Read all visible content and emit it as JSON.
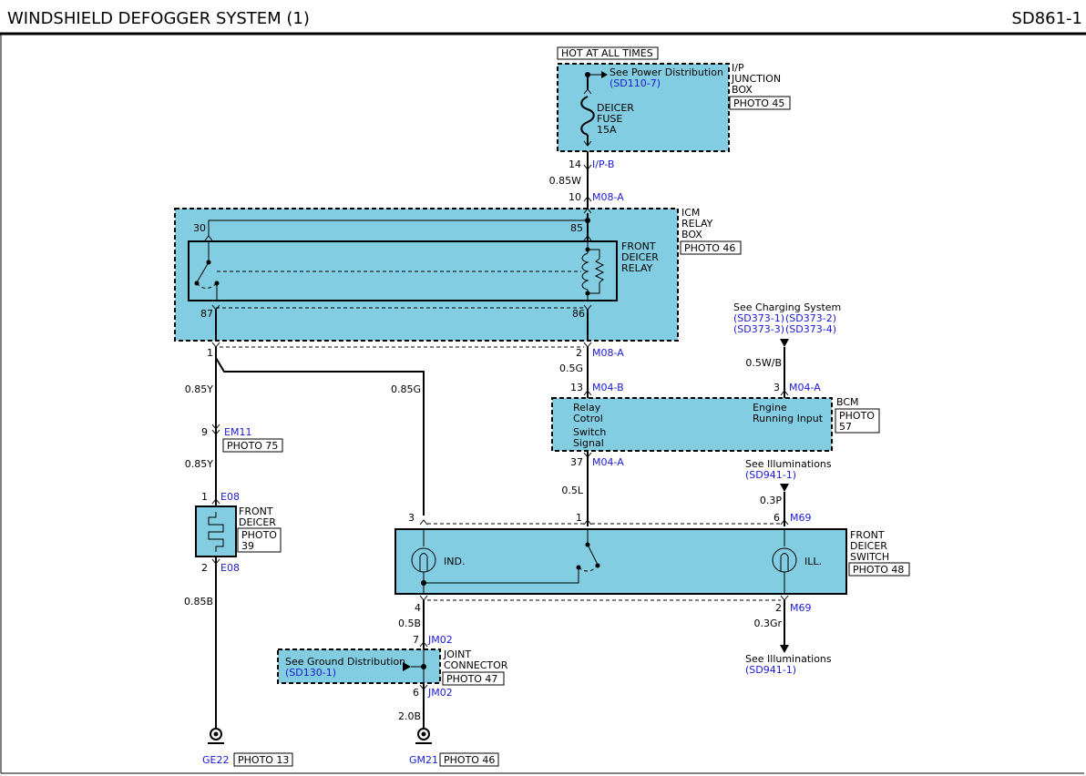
{
  "header": {
    "title": "WINDSHIELD DEFOGGER SYSTEM (1)",
    "page_code": "SD861-1"
  },
  "ijb": {
    "hot_label": "HOT AT ALL TIMES",
    "see_text": "See Power Distribution",
    "see_ref": "(SD110-7)",
    "fuse_line1": "DEICER",
    "fuse_line2": "FUSE",
    "fuse_line3": "15A",
    "name_line1": "I/P",
    "name_line2": "JUNCTION",
    "name_line3": "BOX",
    "photo": "PHOTO 45",
    "pin": "14",
    "connector": "I/P-B"
  },
  "wire_085w": {
    "label": "0.85W",
    "pin": "10",
    "connector": "M08-A"
  },
  "icm": {
    "name_line1": "ICM",
    "name_line2": "RELAY",
    "name_line3": "BOX",
    "photo": "PHOTO 46",
    "pin30": "30",
    "pin85": "85",
    "pin87": "87",
    "pin86": "86",
    "relay_line1": "FRONT",
    "relay_line2": "DEICER",
    "relay_line3": "RELAY",
    "out_pin1": "1",
    "out_pin2": "2",
    "out_connector": "M08-A"
  },
  "charging": {
    "see_text": "See Charging System",
    "ref1": "(SD373-1)",
    "ref2": "(SD373-2)",
    "ref3": "(SD373-3)",
    "ref4": "(SD373-4)",
    "wire": "0.5W/B",
    "pin": "3",
    "connector": "M04-A"
  },
  "wire_05g": {
    "label": "0.5G",
    "pin": "13",
    "connector": "M04-B"
  },
  "bcm": {
    "name": "BCM",
    "photo_line1": "PHOTO",
    "photo_line2": "57",
    "relay_line1": "Relay",
    "relay_line2": "Cotrol",
    "switch_line1": "Switch",
    "switch_line2": "Signal",
    "engine_line1": "Engine",
    "engine_line2": "Running Input",
    "out_pin": "37",
    "out_connector": "M04-A"
  },
  "left_branch": {
    "wire1": "0.85Y",
    "pin_em11": "9",
    "em11": "EM11",
    "em11_photo": "PHOTO 75",
    "wire2": "0.85Y",
    "pin_e08_top": "1",
    "e08_top": "E08",
    "deicer_line1": "FRONT",
    "deicer_line2": "DEICER",
    "deicer_photo_line1": "PHOTO",
    "deicer_photo_line2": "39",
    "pin_e08_bot": "2",
    "e08_bot": "E08",
    "wire3": "0.85B",
    "ground": "GE22",
    "ground_photo": "PHOTO 13"
  },
  "mid_wire": "0.85G",
  "illum_top": {
    "see_text": "See Illuminations",
    "ref": "(SD941-1)",
    "wire": "0.3P"
  },
  "wire_05l": "0.5L",
  "switch": {
    "pin3": "3",
    "pin1": "1",
    "pin6": "6",
    "connector_top": "M69",
    "ind": "IND.",
    "ill": "ILL.",
    "name_line1": "FRONT",
    "name_line2": "DEICER",
    "name_line3": "SWITCH",
    "photo": "PHOTO 48",
    "pin4": "4",
    "pin2": "2",
    "connector_bot": "M69"
  },
  "illum_bot": {
    "wire": "0.3Gr",
    "see_text": "See Illuminations",
    "ref": "(SD941-1)"
  },
  "joint": {
    "wire_in": "0.5B",
    "pin7": "7",
    "conn_top": "JM02",
    "see_text": "See Ground Distribution",
    "see_ref": "(SD130-1)",
    "name_line1": "JOINT",
    "name_line2": "CONNECTOR",
    "photo": "PHOTO 47",
    "pin6": "6",
    "conn_bot": "JM02",
    "wire_out": "2.0B",
    "ground": "GM21",
    "ground_photo": "PHOTO 46"
  }
}
